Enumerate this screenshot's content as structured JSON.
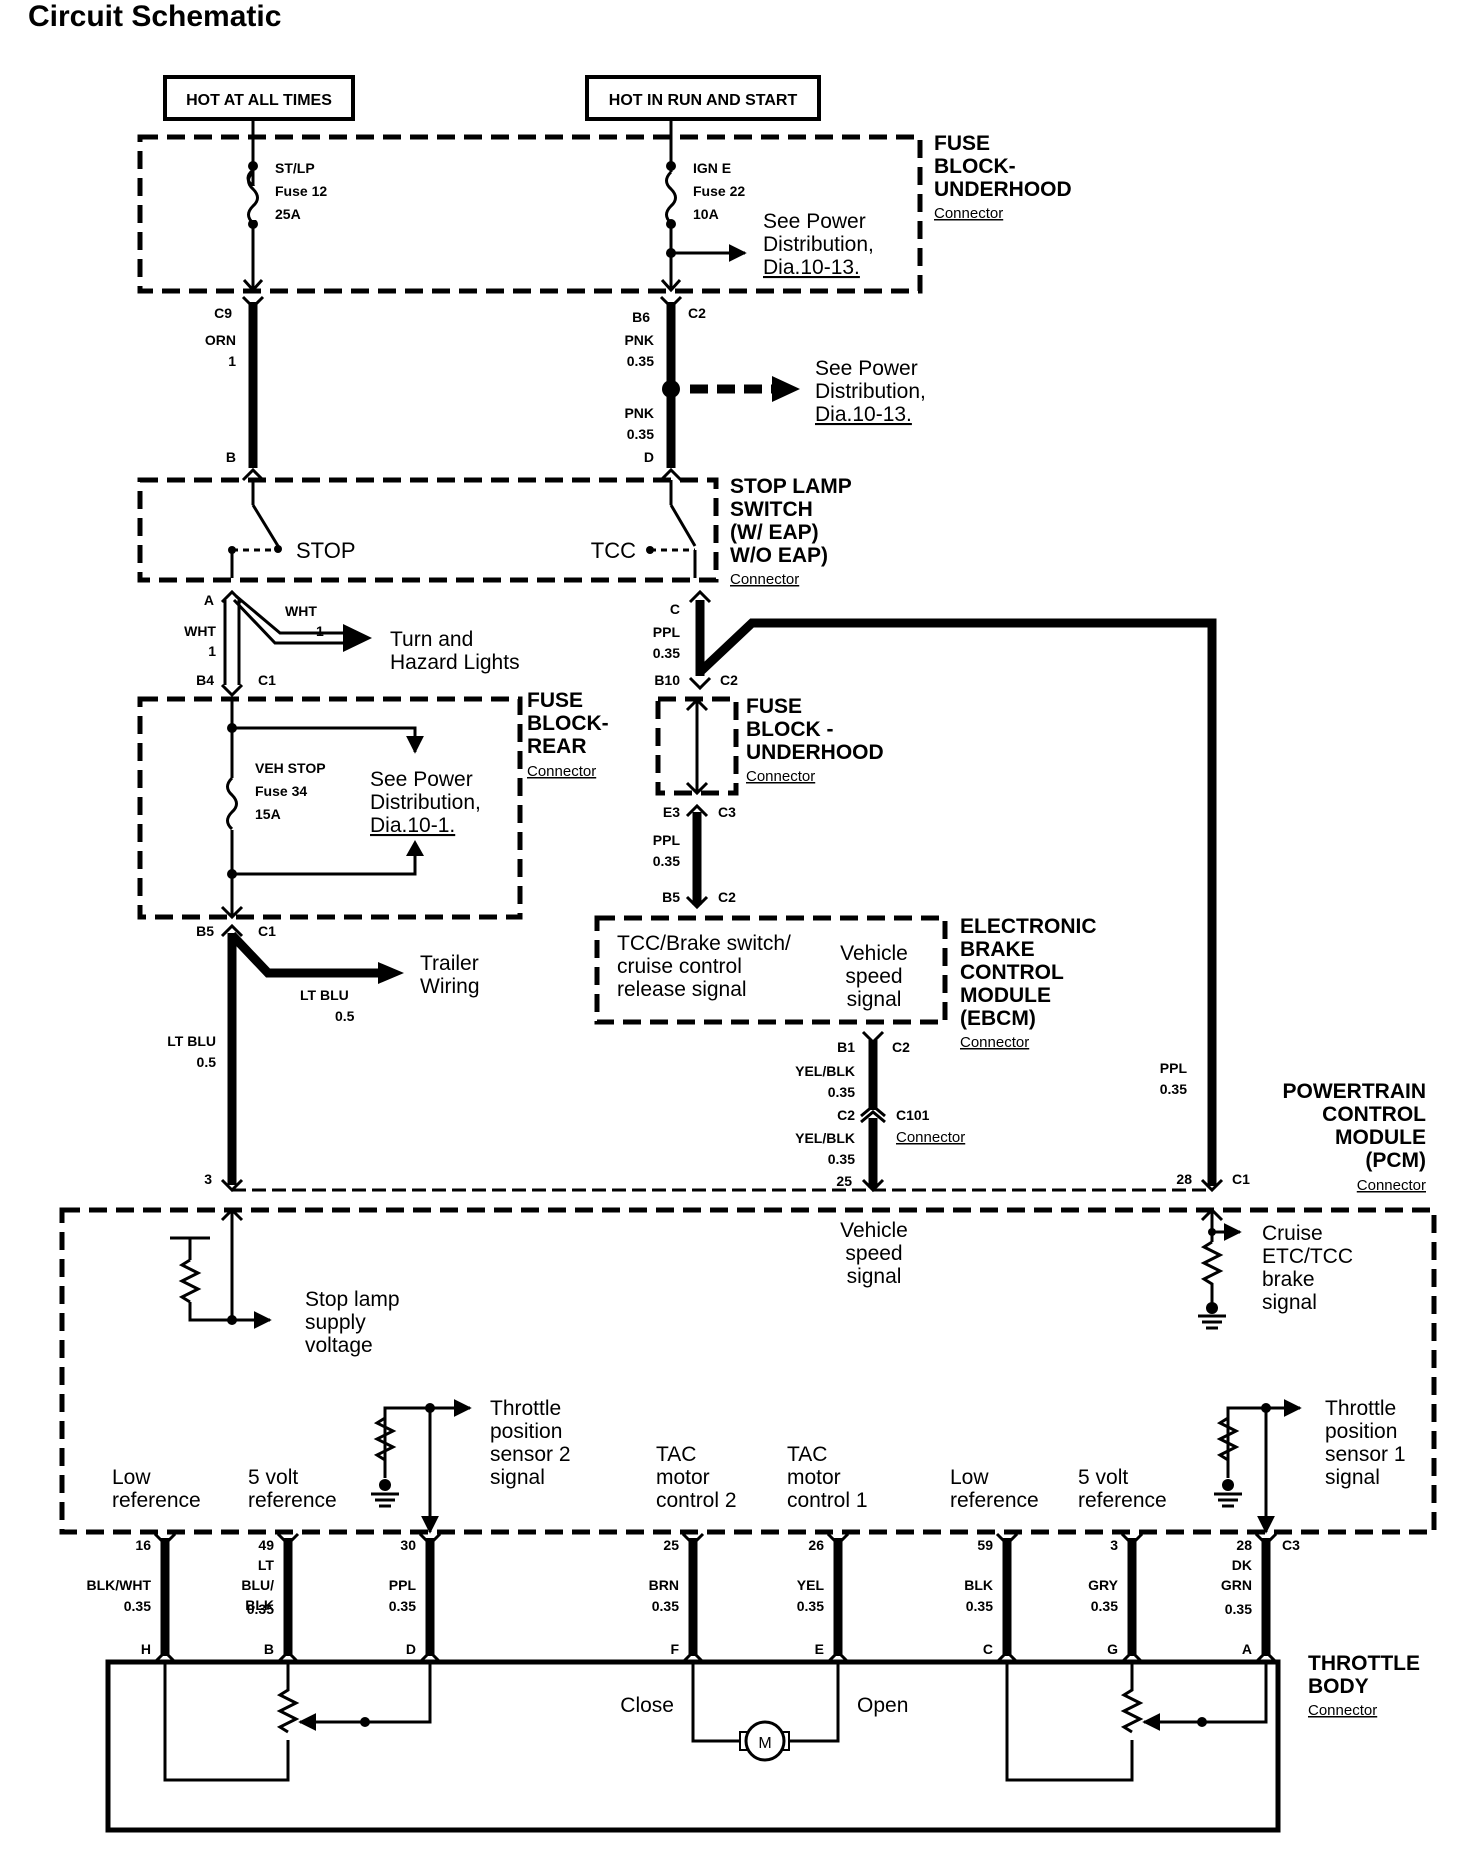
{
  "title": "Circuit Schematic",
  "sources": {
    "hot_all": "HOT AT ALL TIMES",
    "hot_run": "HOT IN RUN AND START"
  },
  "fuse_block_underhood": {
    "name": [
      "FUSE",
      "BLOCK-",
      "UNDERHOOD"
    ],
    "connector": "Connector",
    "fuse_a": {
      "name": "ST/LP",
      "num": "Fuse 12",
      "amp": "25A"
    },
    "fuse_b": {
      "name": "IGN E",
      "num": "Fuse 22",
      "amp": "10A"
    },
    "see_power": [
      "See Power",
      "Distribution,",
      "Dia.10-13."
    ]
  },
  "upper_wires": {
    "c9": "C9",
    "orn": "ORN",
    "one": "1",
    "b": "B",
    "b6": "B6",
    "c2": "C2",
    "pnk1": "PNK",
    "g1": "0.35",
    "pnk2": "PNK",
    "g2": "0.35",
    "d": "D",
    "see_power": [
      "See Power",
      "Distribution,",
      "Dia.10-13."
    ]
  },
  "stop_lamp_switch": {
    "name": [
      "STOP LAMP",
      "SWITCH",
      "(W/ EAP)",
      "W/O EAP)"
    ],
    "connector": "Connector",
    "stop": "STOP",
    "tcc": "TCC"
  },
  "mid_wires": {
    "a": "A",
    "wht_left": "WHT",
    "wht_left_n": "1",
    "wht_right": "WHT",
    "wht_right_n": "1",
    "turn": [
      "Turn and",
      "Hazard Lights"
    ],
    "b4": "B4",
    "c1": "C1",
    "c": "C",
    "ppl": "PPL",
    "ppl_g": "0.35",
    "b10": "B10",
    "c2": "C2"
  },
  "fuse_block_rear": {
    "name": [
      "FUSE",
      "BLOCK-",
      "REAR"
    ],
    "connector": "Connector",
    "fuse": {
      "name": "VEH STOP",
      "num": "Fuse 34",
      "amp": "15A"
    },
    "see_power": [
      "See Power",
      "Distribution,",
      "Dia.10-1."
    ]
  },
  "fuse_block_underhood_2": {
    "name": [
      "FUSE",
      "BLOCK -",
      "UNDERHOOD"
    ],
    "connector": "Connector",
    "e3": "E3",
    "c3": "C3",
    "ppl": "PPL",
    "ppl_g": "0.35",
    "b5": "B5",
    "c2": "C2"
  },
  "lower_left": {
    "b5": "B5",
    "c1": "C1",
    "trailer_wire": "LT BLU",
    "trailer_g": "0.5",
    "trailer": [
      "Trailer",
      "Wiring"
    ],
    "ltblu": "LT BLU",
    "ltblu_g": "0.5",
    "pin3": "3"
  },
  "ebcm": {
    "name": [
      "ELECTRONIC",
      "BRAKE",
      "CONTROL",
      "MODULE",
      "(EBCM)"
    ],
    "connector": "Connector",
    "signal_a": [
      "TCC/Brake switch/",
      "cruise control",
      "release signal"
    ],
    "signal_b": [
      "Vehicle",
      "speed",
      "signal"
    ],
    "b1": "B1",
    "c2": "C2",
    "yb1": "YEL/BLK",
    "yb1_g": "0.35",
    "c2b": "C2",
    "c101": "C101",
    "c101_conn": "Connector",
    "yb2": "YEL/BLK",
    "yb2_g": "0.35",
    "pin25": "25"
  },
  "pcm": {
    "name": [
      "POWERTRAIN",
      "CONTROL",
      "MODULE",
      "(PCM)"
    ],
    "connector": "Connector",
    "ppl": "PPL",
    "ppl_g": "0.35",
    "pin28": "28",
    "c1": "C1",
    "vehicle_speed": [
      "Vehicle",
      "speed",
      "signal"
    ],
    "cruise": [
      "Cruise",
      "ETC/TCC",
      "brake",
      "signal"
    ],
    "stop_supply": [
      "Stop lamp",
      "supply",
      "voltage"
    ],
    "tps2": [
      "Throttle",
      "position",
      "sensor 2",
      "signal"
    ],
    "tps1": [
      "Throttle",
      "position",
      "sensor 1",
      "signal"
    ],
    "low_ref_a": [
      "Low",
      "reference"
    ],
    "five_v_a": [
      "5 volt",
      "reference"
    ],
    "tac2": [
      "TAC",
      "motor",
      "control 2"
    ],
    "tac1": [
      "TAC",
      "motor",
      "control 1"
    ],
    "low_ref_b": [
      "Low",
      "reference"
    ],
    "five_v_b": [
      "5 volt",
      "reference"
    ]
  },
  "bottom_wires": {
    "c3": "C3",
    "w": [
      {
        "pin": "16",
        "color": "BLK/WHT",
        "gauge": "0.35",
        "tb": "H"
      },
      {
        "pin": "49",
        "color": "LT BLU/ BLK",
        "gauge": "0.35",
        "tb": "B"
      },
      {
        "pin": "30",
        "color": "PPL",
        "gauge": "0.35",
        "tb": "D"
      },
      {
        "pin": "25",
        "color": "BRN",
        "gauge": "0.35",
        "tb": "F"
      },
      {
        "pin": "26",
        "color": "YEL",
        "gauge": "0.35",
        "tb": "E"
      },
      {
        "pin": "59",
        "color": "BLK",
        "gauge": "0.35",
        "tb": "C"
      },
      {
        "pin": "3",
        "color": "GRY",
        "gauge": "0.35",
        "tb": "G"
      },
      {
        "pin": "28",
        "color": "DK GRN",
        "gauge": "0.35",
        "tb": "A"
      }
    ]
  },
  "throttle_body": {
    "name": [
      "THROTTLE",
      "BODY"
    ],
    "connector": "Connector",
    "close": "Close",
    "open": "Open",
    "motor": "M"
  }
}
